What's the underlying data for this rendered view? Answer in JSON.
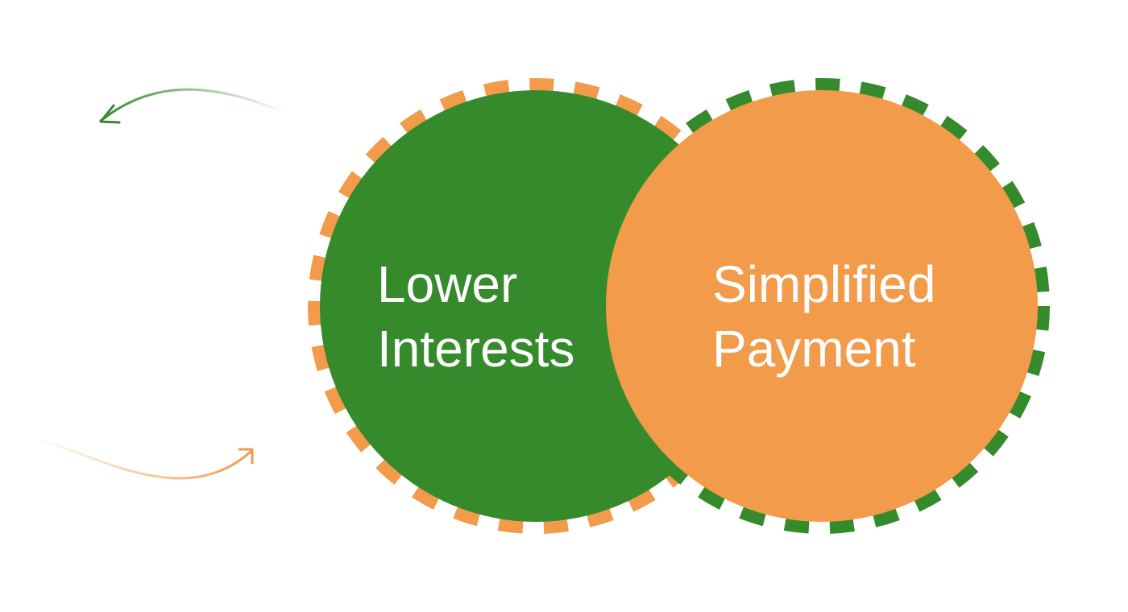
{
  "colors": {
    "green": "#358a2c",
    "orange": "#f29b4b",
    "background": "#ffffff",
    "text": "#ffffff"
  },
  "circles": [
    {
      "id": "left",
      "label_line1": "Lower",
      "label_line2": "Interests",
      "fill_color": "green",
      "dash_color": "orange"
    },
    {
      "id": "right",
      "label_line1": "Simplified",
      "label_line2": "Payment",
      "fill_color": "orange",
      "dash_color": "green"
    }
  ],
  "arrows": [
    {
      "id": "top-left-arrow",
      "color": "green",
      "direction": "pointing-left"
    },
    {
      "id": "bottom-left-arrow",
      "color": "orange",
      "direction": "pointing-right"
    }
  ]
}
